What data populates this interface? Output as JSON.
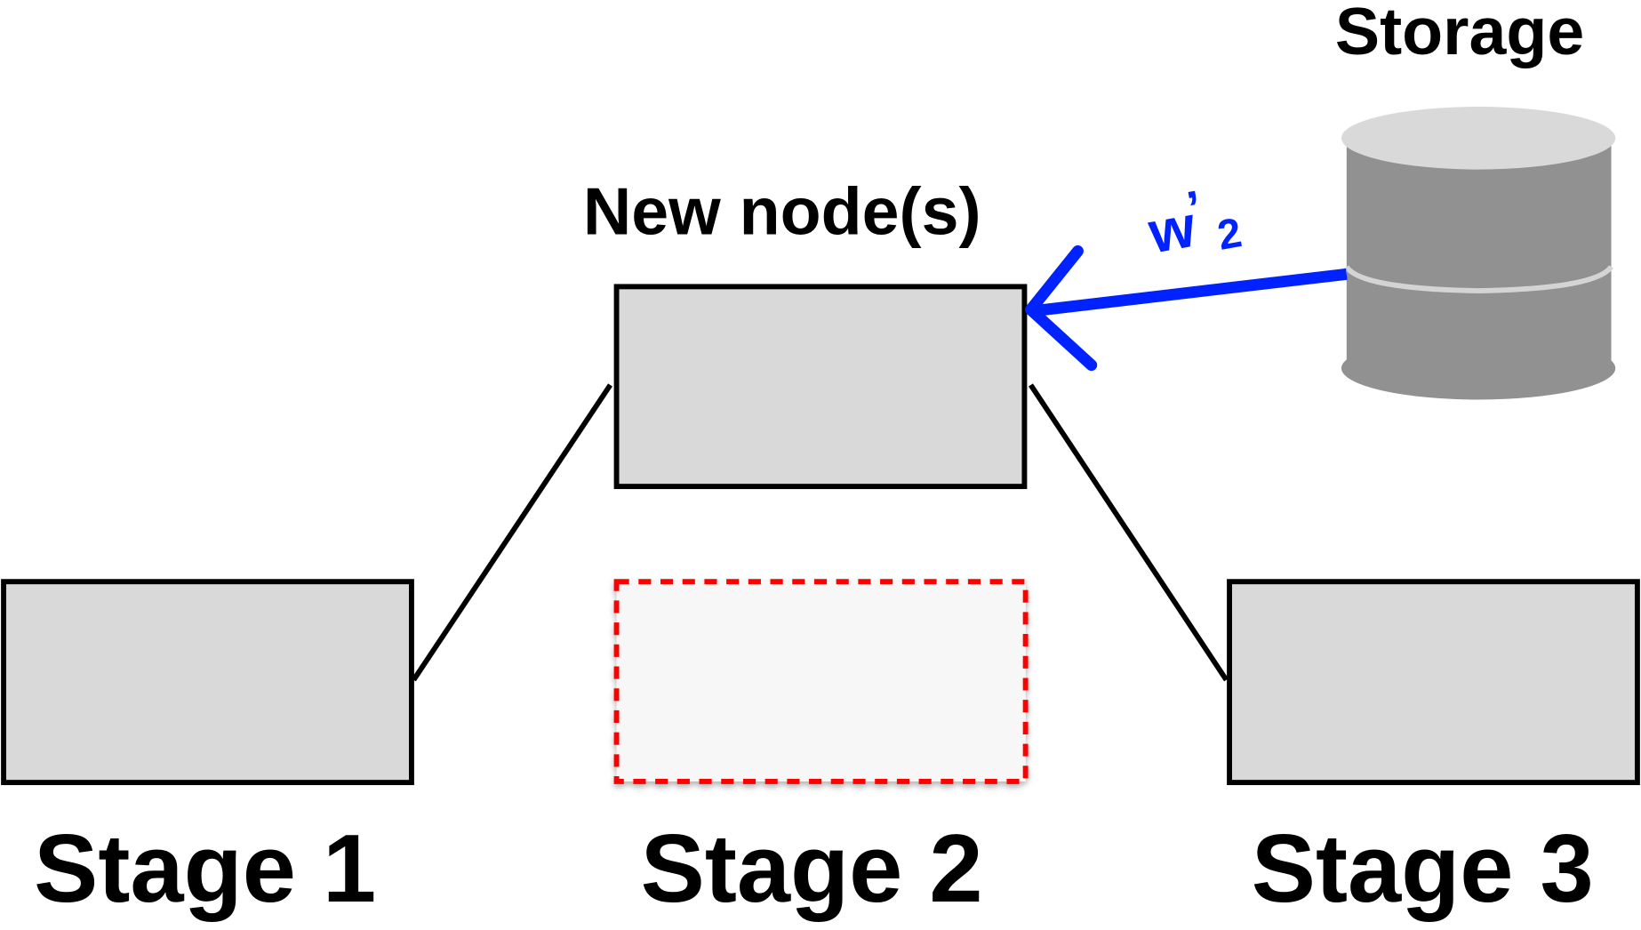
{
  "labels": {
    "storage": "Storage",
    "new_nodes": "New node(s)",
    "weight_symbol": "w",
    "weight_prime": "’",
    "weight_subscript": "2",
    "stage1": "Stage 1",
    "stage2": "Stage 2",
    "stage3": "Stage 3"
  },
  "colors": {
    "node_fill": "#d9d9d9",
    "node_stroke": "#000000",
    "failed_node_stroke": "#ff0000",
    "failed_node_fill": "#f7f7f7",
    "arrow": "#0022ff",
    "storage_body": "#919191",
    "storage_top": "#d9d9d9"
  }
}
